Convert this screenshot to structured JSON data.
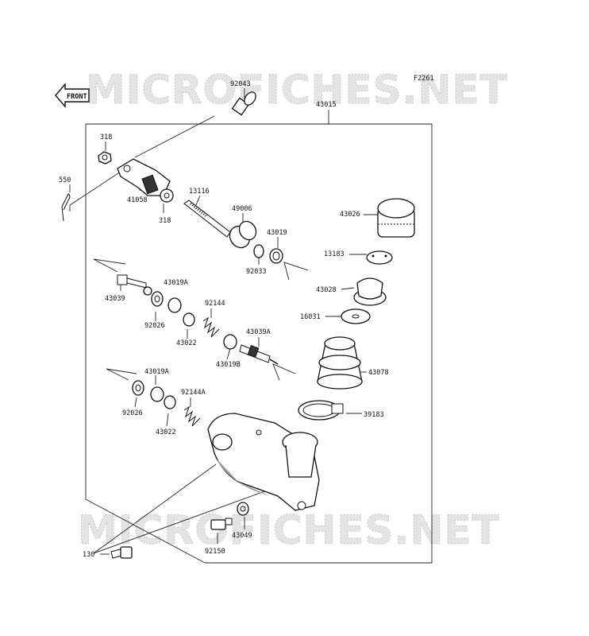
{
  "watermark": "MICROFICHES.NET",
  "figure_code": "F2261",
  "front_label": "FRONT",
  "part_labels": {
    "p92043": "92043",
    "p43015": "43015",
    "p318a": "318",
    "p550": "550",
    "p41058": "41058",
    "p318b": "318",
    "p13116": "13116",
    "p49006": "49006",
    "p43019": "43019",
    "p92033": "92033",
    "p43026": "43026",
    "p13183": "13183",
    "p43028": "43028",
    "p16031": "16031",
    "p43039": "43039",
    "p43019A_1": "43019A",
    "p92026_1": "92026",
    "p92144": "92144",
    "p43022_1": "43022",
    "p43039A": "43039A",
    "p43019B": "43019B",
    "p43078": "43078",
    "p43019A_2": "43019A",
    "p92026_2": "92026",
    "p92144A": "92144A",
    "p43022_2": "43022",
    "p39183": "39183",
    "p130": "130",
    "p43049": "43049",
    "p92150": "92150"
  }
}
